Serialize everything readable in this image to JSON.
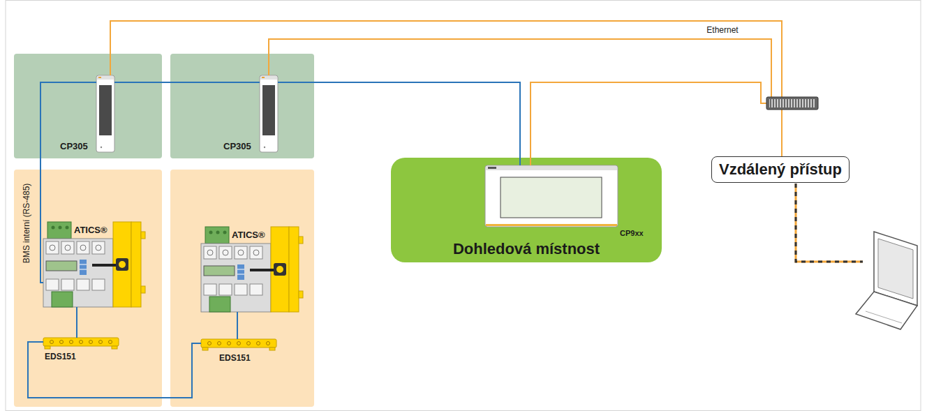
{
  "diagram": {
    "nodes": [
      {
        "text": [
          "CP305"
        ]
      },
      {
        "text": [
          "CP305"
        ]
      },
      {
        "text": [
          "ATICS®"
        ]
      },
      {
        "text": [
          "EDS151"
        ]
      },
      {
        "text": [
          "ATICS®"
        ]
      },
      {
        "text": [
          "EDS151"
        ]
      },
      {
        "text": [
          "Dohledová místnost"
        ]
      },
      {
        "text": [
          "CP9xx"
        ],
        "in": 6
      },
      {
        "text": [
          "Vzdálený přístup"
        ]
      }
    ],
    "edges": [
      {
        "from": 0,
        "to": 1,
        "arrow": "none"
      },
      {
        "from": 1,
        "to": 7,
        "arrow": "none"
      },
      {
        "from": 0,
        "to": 2,
        "arrow": "none"
      },
      {
        "from": 2,
        "to": 3,
        "arrow": "none"
      },
      {
        "from": 3,
        "to": 5,
        "arrow": "none"
      },
      {
        "from": 5,
        "to": 4,
        "arrow": "none"
      },
      {
        "from": 0,
        "to": 8,
        "label": "Ethernet",
        "arrow": "none"
      },
      {
        "from": 1,
        "to": 8,
        "arrow": "none"
      },
      {
        "from": 7,
        "to": 8,
        "arrow": "none"
      }
    ],
    "labels": [
      "BMS interní (RS-485)"
    ]
  }
}
